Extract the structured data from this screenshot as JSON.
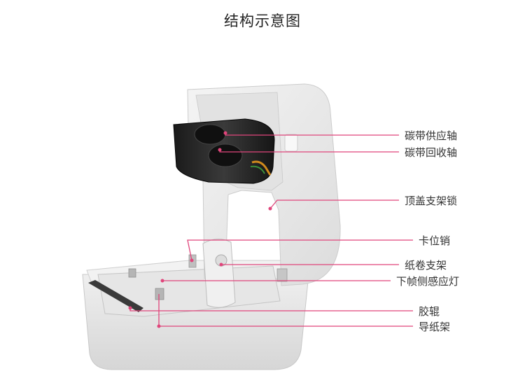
{
  "title": "结构示意图",
  "colors": {
    "leader": "#e0457b",
    "printer_body": "#ececec",
    "ribbon": "#2a2a2a"
  },
  "callouts": [
    {
      "key": "ribbon-supply-shaft",
      "label": "碳带供应轴"
    },
    {
      "key": "ribbon-rewind-shaft",
      "label": "碳带回收轴"
    },
    {
      "key": "top-bracket-lock",
      "label": "顶盖支架锁"
    },
    {
      "key": "locating-pin",
      "label": "卡位销"
    },
    {
      "key": "paper-roll-holder",
      "label": "纸卷支架"
    },
    {
      "key": "gap-sensor-light",
      "label": "下帧侧感应灯"
    },
    {
      "key": "platen-roller",
      "label": "胶辊"
    },
    {
      "key": "paper-guide",
      "label": "导纸架"
    }
  ]
}
